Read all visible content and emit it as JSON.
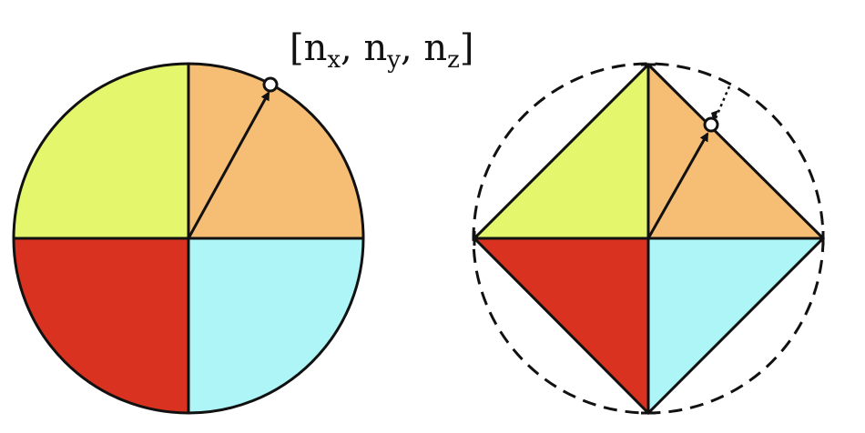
{
  "label": {
    "open": "[",
    "close": "]",
    "sep": ", ",
    "components": [
      {
        "base": "n",
        "sub": "x"
      },
      {
        "base": "n",
        "sub": "y"
      },
      {
        "base": "n",
        "sub": "z"
      }
    ]
  },
  "colors": {
    "top_left": "#E4F76C",
    "top_right": "#F6BE74",
    "bottom_left": "#D93220",
    "bottom_right": "#AEF5F8",
    "stroke": "#111111",
    "marker_fill": "#ffffff"
  },
  "diagrams": [
    {
      "name": "circle-quadrants",
      "outline": "solid"
    },
    {
      "name": "octahedral-diamond",
      "outline": "dashed-circle"
    }
  ]
}
